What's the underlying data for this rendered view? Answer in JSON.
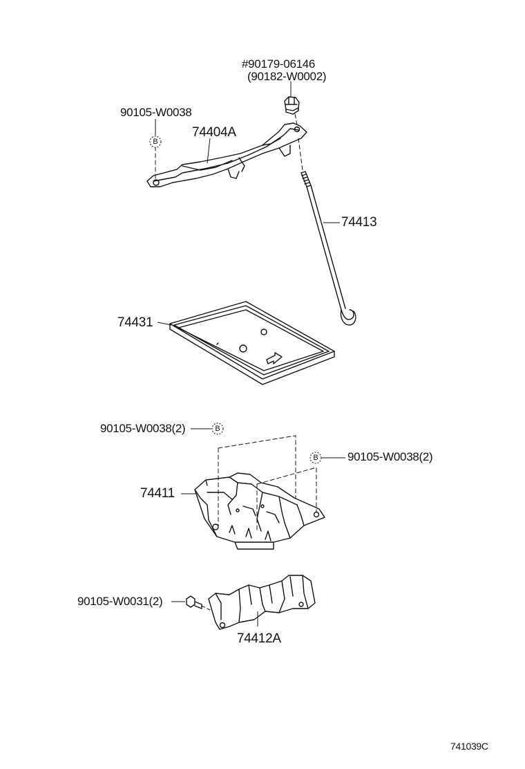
{
  "diagram": {
    "reference_code": "741039C",
    "callout_letter": "B",
    "labels": {
      "nut_part": "#90179-06146",
      "nut_alt": "(90182-W0002)",
      "top_bolt": "90105-W0038",
      "hold_down_clamp": "74404A",
      "hold_down_rod": "74413",
      "battery_tray": "74431",
      "carrier_bolt_left": "90105-W0038(2)",
      "carrier_bolt_right": "90105-W0038(2)",
      "battery_carrier": "74411",
      "bracket_bolt": "90105-W0031(2)",
      "carrier_bracket": "74412A"
    }
  }
}
